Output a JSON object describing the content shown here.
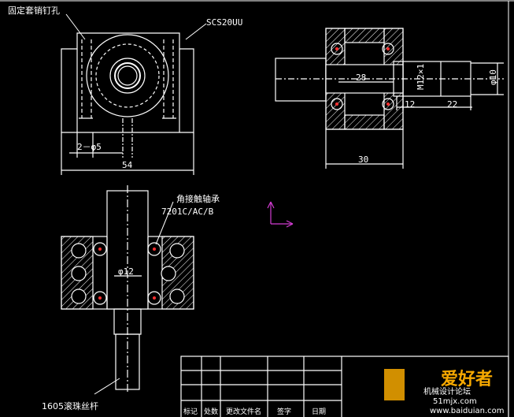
{
  "colors": {
    "background": "#000000",
    "line": "#ffffff",
    "hidden_line": "#cfcfcf",
    "hole_marker": "#ff3030",
    "ucs_icon": "#d23cd2",
    "watermark": "#f6a800"
  },
  "labels": {
    "pin_hole": "固定套销钉孔",
    "bearing_block": "SCS20UU",
    "dim_hole_count": "2－φ5",
    "dim_width_54": "54",
    "dim_28": "28",
    "dim_12_right": "12",
    "dim_22": "22",
    "dim_30": "30",
    "thread": "M12×1",
    "dim_dia_10": "φ10",
    "angular_bearing": "角接触轴承",
    "bearing_code": "7201C/AC/B",
    "dim_dia_12": "φ12",
    "ball_screw": "1605滚珠丝杆"
  },
  "title_block": {
    "headers": [
      "标记",
      "处数",
      "更改文件名",
      "签字",
      "日期"
    ]
  },
  "watermark": {
    "text": "爱好者",
    "sub": "机械设计论坛",
    "site": "51mjx.com",
    "url": "www.baiduian.com"
  }
}
